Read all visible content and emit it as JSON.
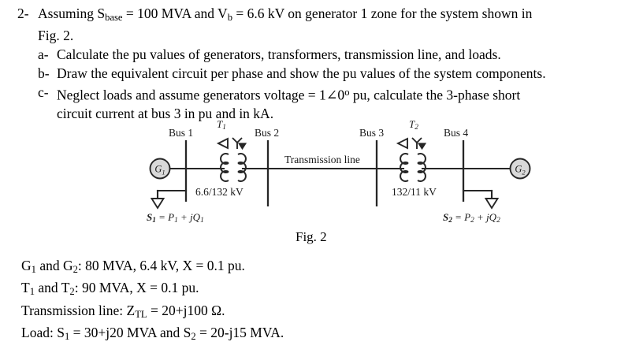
{
  "problem": {
    "number": "2-",
    "statement_line1": "Assuming S",
    "statement_sub1": "base",
    "statement_line1b": " = 100 MVA and V",
    "statement_sub2": "b",
    "statement_line1c": " = 6.6 kV on generator 1 zone for the system shown in",
    "statement_line2": "Fig. 2.",
    "parts": [
      {
        "marker": "a-",
        "text": "Calculate the pu values of generators, transformers, transmission line, and loads."
      },
      {
        "marker": "b-",
        "text": "Draw the equivalent circuit per phase and show the pu values of the system components."
      },
      {
        "marker": "c-",
        "text_pre": "Neglect loads and assume generators voltage = 1∠0",
        "text_sup": "o",
        "text_post": " pu, calculate the 3-phase short",
        "text_line2": "circuit current at bus 3 in pu and in kA."
      }
    ]
  },
  "diagram": {
    "bus1_label": "Bus 1",
    "bus2_label": "Bus 2",
    "bus3_label": "Bus 3",
    "bus4_label": "Bus 4",
    "t1_label": "T",
    "t1_sub": "1",
    "t2_label": "T",
    "t2_sub": "2",
    "t1_ratio": "6.6/132 kV",
    "t2_ratio": "132/11 kV",
    "line_label": "Transmission line",
    "gen1_label": "G",
    "gen1_sub": "1",
    "gen2_label": "G",
    "gen2_sub": "2",
    "load1_S": "S",
    "load1_Ssub": "1",
    "load1_eq": " = P",
    "load1_Psub": "1",
    "load1_plus": " + jQ",
    "load1_Qsub": "1",
    "load2_S": "S",
    "load2_Ssub": "2",
    "load2_eq": " = P",
    "load2_Psub": "2",
    "load2_plus": " + jQ",
    "load2_Qsub": "2",
    "stroke_color": "#262626",
    "fill_color": "#d9d9d9"
  },
  "figure_caption": "Fig. 2",
  "ratings": [
    {
      "id": "generators",
      "pre": "G",
      "sub1": "1",
      "mid": " and G",
      "sub2": "2",
      "post": ": 80 MVA, 6.4 kV, X = 0.1 pu."
    },
    {
      "id": "transformers",
      "pre": "T",
      "sub1": "1",
      "mid": " and T",
      "sub2": "2",
      "post": ": 90 MVA, X = 0.1 pu."
    },
    {
      "id": "transmission-line",
      "pre": "Transmission line: Z",
      "sub1": "TL",
      "mid": " = 20+j100 Ω.",
      "sub2": "",
      "post": ""
    },
    {
      "id": "loads",
      "pre": "Load: S",
      "sub1": "1",
      "mid": " = 30+j20 MVA and S",
      "sub2": "2",
      "post": " = 20-j15 MVA."
    }
  ]
}
